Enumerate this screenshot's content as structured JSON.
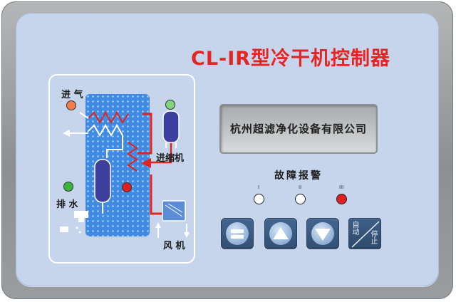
{
  "title": "CL-IR型冷干机控制器",
  "diagram": {
    "inlet_label": "进 气",
    "compressor_label": "进缩机",
    "drain_label": "排 水",
    "fan_label": "风 机"
  },
  "display": {
    "text": "杭州超滤净化设备有限公司"
  },
  "fault_alarm": {
    "title": "故障报警",
    "indicators": [
      {
        "label": "I",
        "color": "#ffffff"
      },
      {
        "label": "II",
        "color": "#ffffff"
      },
      {
        "label": "III",
        "color": "#e02020"
      }
    ]
  },
  "buttons": {
    "menu_icon": "equals-icon",
    "up_icon": "triangle-up-icon",
    "down_icon": "triangle-down-icon",
    "start_top": "自 动",
    "start_bottom": "停 止"
  },
  "colors": {
    "title": "#e42623",
    "panel": "#c6d5ec",
    "tank": "#3f8be4",
    "pipe_hot": "#e0241f",
    "inlet_dot": "#f07d4a",
    "compressor_dot": "#7fd57a",
    "drain_dot": "#3cb43c",
    "drain_valve_dot": "#e02020",
    "button": "#3a5a80"
  }
}
